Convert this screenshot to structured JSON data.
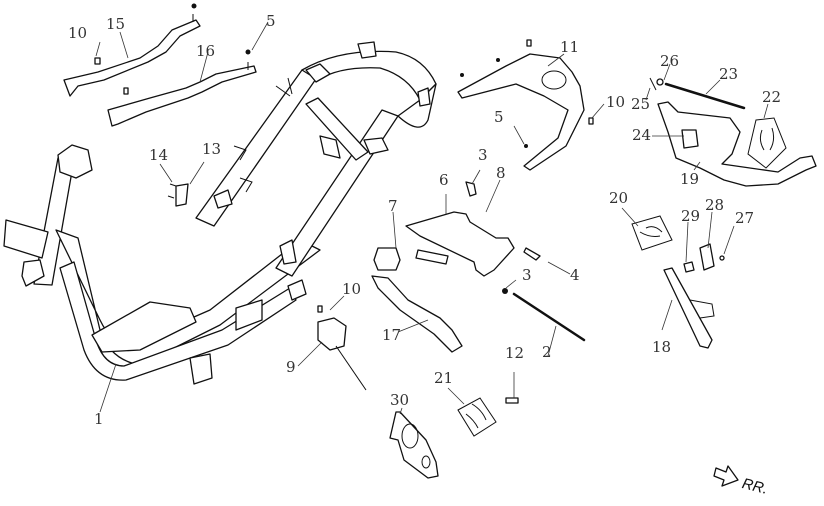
{
  "diagram": {
    "type": "exploded-parts-view",
    "subject": "scooter frame assembly",
    "direction_indicator": {
      "icon": "arrow-icon",
      "label": "RR."
    },
    "callouts": [
      {
        "number": "1",
        "part": "main-frame"
      },
      {
        "number": "2",
        "part": "long-bolt"
      },
      {
        "number": "3",
        "part": "bolt"
      },
      {
        "number": "3",
        "part": "nut"
      },
      {
        "number": "4",
        "part": "bolt"
      },
      {
        "number": "5",
        "part": "nut"
      },
      {
        "number": "5",
        "part": "nut"
      },
      {
        "number": "6",
        "part": "engine-hanger-link"
      },
      {
        "number": "7",
        "part": "bushing"
      },
      {
        "number": "8",
        "part": "hanger-pivot-pipe"
      },
      {
        "number": "9",
        "part": "switch-assembly"
      },
      {
        "number": "10",
        "part": "bolt"
      },
      {
        "number": "10",
        "part": "bolt"
      },
      {
        "number": "10",
        "part": "bolt"
      },
      {
        "number": "11",
        "part": "rear-bracket"
      },
      {
        "number": "12",
        "part": "bolt"
      },
      {
        "number": "13",
        "part": "small-plate"
      },
      {
        "number": "14",
        "part": "screw"
      },
      {
        "number": "15",
        "part": "floor-bracket-left"
      },
      {
        "number": "16",
        "part": "floor-bracket-right"
      },
      {
        "number": "17",
        "part": "lower-bracket"
      },
      {
        "number": "18",
        "part": "side-stand"
      },
      {
        "number": "19",
        "part": "main-stand"
      },
      {
        "number": "20",
        "part": "spring-set"
      },
      {
        "number": "21",
        "part": "spring-set"
      },
      {
        "number": "22",
        "part": "spring-set"
      },
      {
        "number": "23",
        "part": "stand-shaft"
      },
      {
        "number": "24",
        "part": "stopper"
      },
      {
        "number": "25",
        "part": "cotter-pin"
      },
      {
        "number": "26",
        "part": "washer"
      },
      {
        "number": "27",
        "part": "bolt"
      },
      {
        "number": "28",
        "part": "stand-switch"
      },
      {
        "number": "29",
        "part": "stopper-rubber"
      },
      {
        "number": "30",
        "part": "gasket-plate"
      }
    ]
  }
}
